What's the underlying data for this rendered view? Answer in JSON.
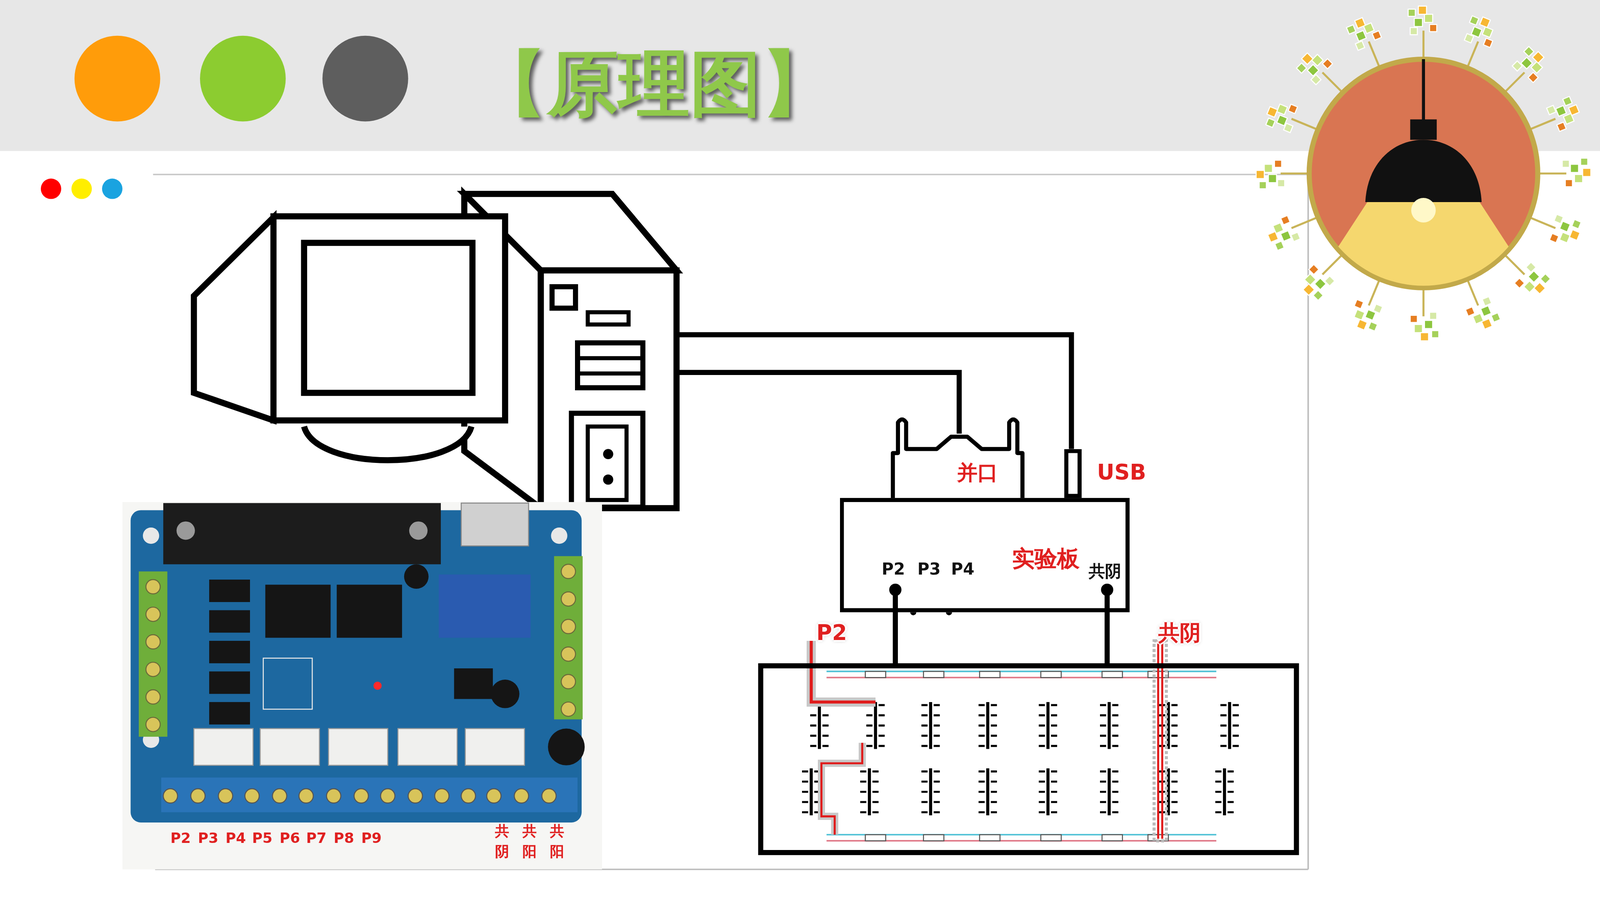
{
  "diagram": {
    "title": "【原理图】",
    "nodes": [
      {
        "text": [
          "并口"
        ]
      },
      {
        "text": [
          "USB"
        ]
      },
      {
        "text": [
          "实验板",
          "P2",
          "P3",
          "P4",
          "共阴"
        ]
      },
      {
        "text": [
          "P2",
          "P3",
          "P4",
          "P5",
          "P6",
          "P7",
          "P8",
          "P9",
          "共 阴",
          "共 阳",
          "共 阳"
        ]
      },
      {
        "text": [
          "P2",
          "共阴"
        ]
      }
    ],
    "edges": [
      {
        "from": 2,
        "to": 4,
        "arrow": "none"
      },
      {
        "from": 2,
        "to": 4,
        "arrow": "none"
      }
    ]
  }
}
